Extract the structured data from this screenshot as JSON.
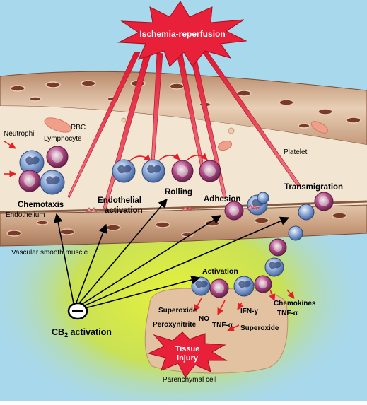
{
  "labels": {
    "ischemia": "Ischemia-reperfusion",
    "rbc": "RBC",
    "neutrophil": "Neutrophil",
    "lymphocyte": "Lymphocyte",
    "platelet": "Platelet",
    "chemotaxis": "Chemotaxis",
    "endothelial_line1": "Endothelial",
    "endothelial_line2": "activation",
    "rolling": "Rolling",
    "adhesion": "Adhesion",
    "transmigration": "Transmigration",
    "endothelium": "Endothelium",
    "vsm": "Vascular smooth muscle",
    "activation": "Activation",
    "cb2": "CB",
    "cb2_sub": "2",
    "cb2_rest": " activation",
    "superoxide_left": "Superoxide",
    "peroxynitrite": "Peroxynitrite",
    "no": "NO",
    "tnf_mid": "TNF-α",
    "ifn": "IFN-γ",
    "superoxide_right": "Superoxide",
    "chemokines": "Chemokines",
    "tnf_right": "TNF-α",
    "tissue_line1": "Tissue",
    "tissue_line2": "injury",
    "parenchymal": "Parenchymal cell"
  },
  "colors": {
    "background": "#a8d8ec",
    "starburst": "#e8203a",
    "vessel": "#c89b7b",
    "lumen": "#f2e6d2",
    "glow": "#d8ea3a",
    "arrow_red": "#e41f26",
    "lymphocyte": "#b44a86",
    "neutrophil": "#6c8fc7"
  }
}
